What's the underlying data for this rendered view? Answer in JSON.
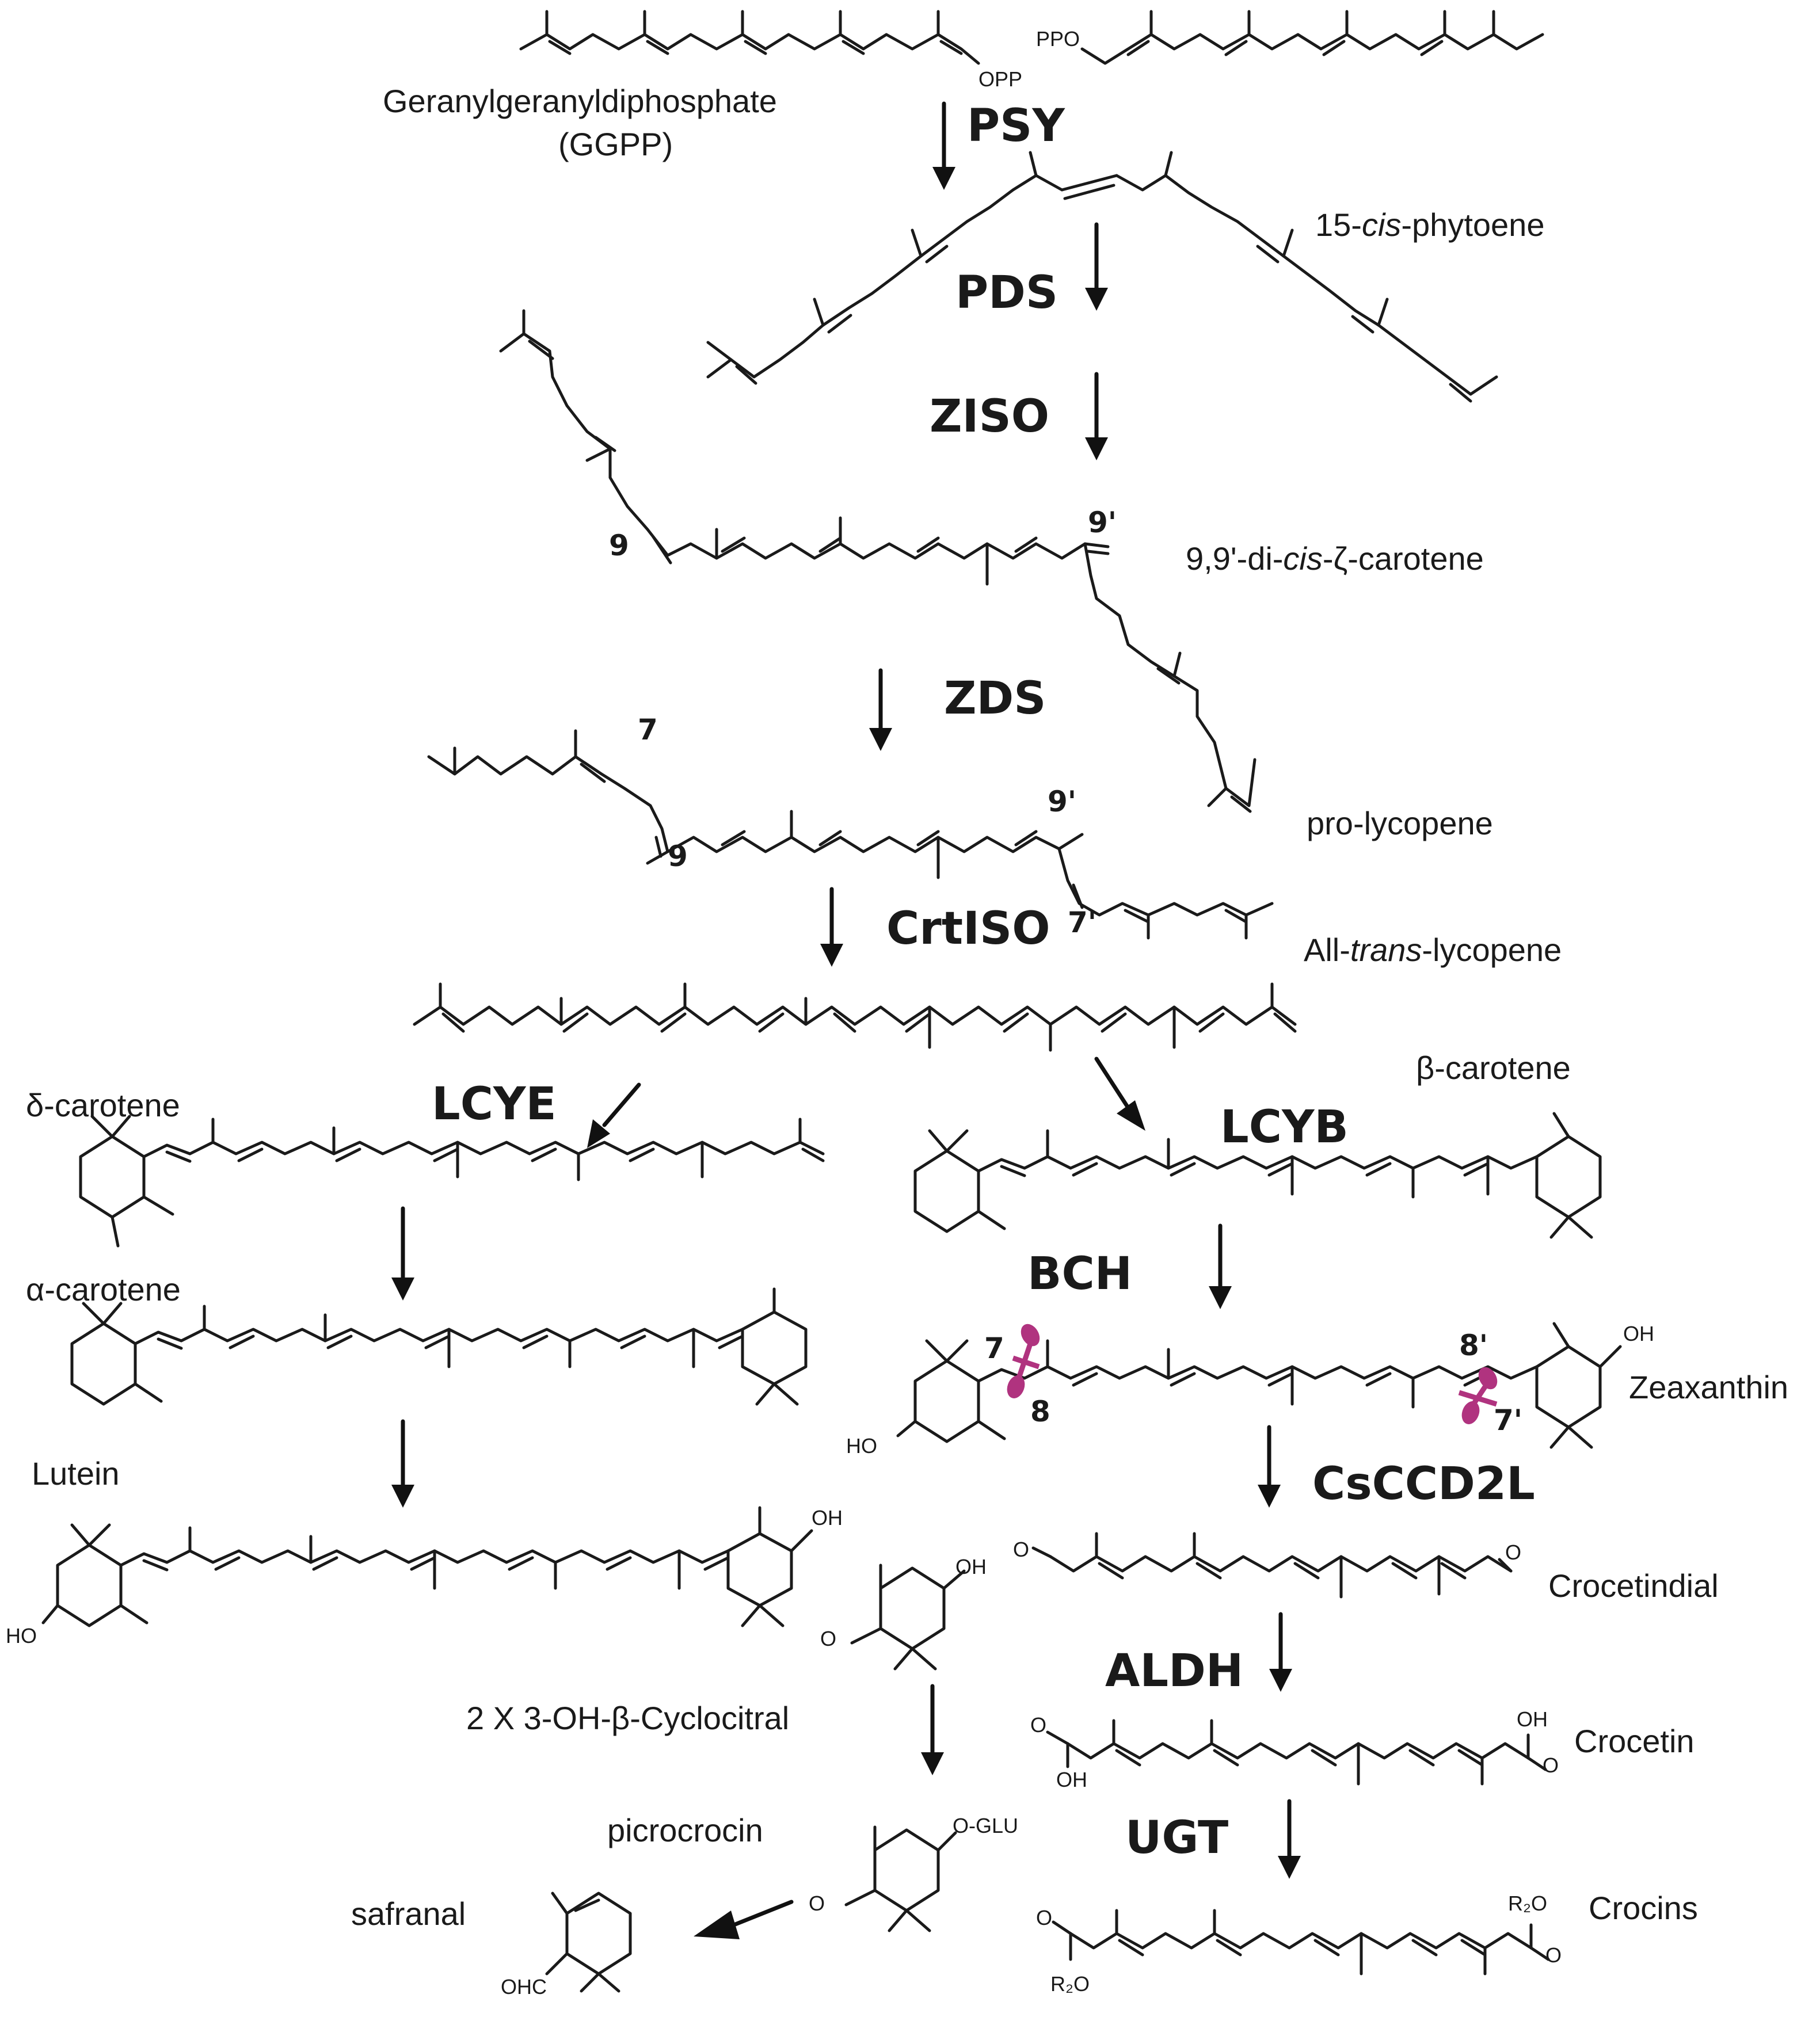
{
  "enzymes": {
    "psy": "PSY",
    "pds": "PDS",
    "ziso": "ZISO",
    "zds": "ZDS",
    "crtiso": "CrtISO",
    "lcye": "LCYE",
    "lcyb": "LCYB",
    "bch": "BCH",
    "csccd2l": "CsCCD2L",
    "aldh": "ALDH",
    "ugt": "UGT"
  },
  "compounds": {
    "ggpp_line1": "Geranylgeranyldiphosphate",
    "ggpp_line2": "(GGPP)",
    "phytoene_prefix": "15-",
    "phytoene_italic": "cis",
    "phytoene_suffix": "-phytoene",
    "zeta_prefix": "9,9'-di-",
    "zeta_italic": "cis",
    "zeta_suffix": "-ζ-carotene",
    "prolycopene": "pro-lycopene",
    "lycopene_prefix": "All-",
    "lycopene_italic": "trans",
    "lycopene_suffix": "-lycopene",
    "delta_carotene": "δ-carotene",
    "alpha_carotene": "α-carotene",
    "lutein": "Lutein",
    "beta_carotene": "β-carotene",
    "zeaxanthin": "Zeaxanthin",
    "crocetindial": "Crocetindial",
    "crocetin": "Crocetin",
    "crocins": "Crocins",
    "cyclocitral": "2 X 3-OH-β-Cyclocitral",
    "picrocrocin": "picrocrocin",
    "safranal": "safranal"
  },
  "positions": {
    "p9a": "9",
    "p9pa": "9'",
    "p7b": "7",
    "p9b": "9",
    "p9pb": "9'",
    "p7pb": "7'",
    "p7c": "7",
    "p8c": "8",
    "p8pc": "8'",
    "p7pc": "7'"
  },
  "atoms": {
    "opp": "OPP",
    "ppo": "PPO",
    "oh": "OH",
    "ho": "HO",
    "o": "O",
    "ohc": "OHC",
    "oglu": "O-GLU",
    "r2o": "R₂O"
  },
  "colors": {
    "ink": "#1a1a1a",
    "scissors": "#b0337f",
    "background": "#ffffff"
  }
}
